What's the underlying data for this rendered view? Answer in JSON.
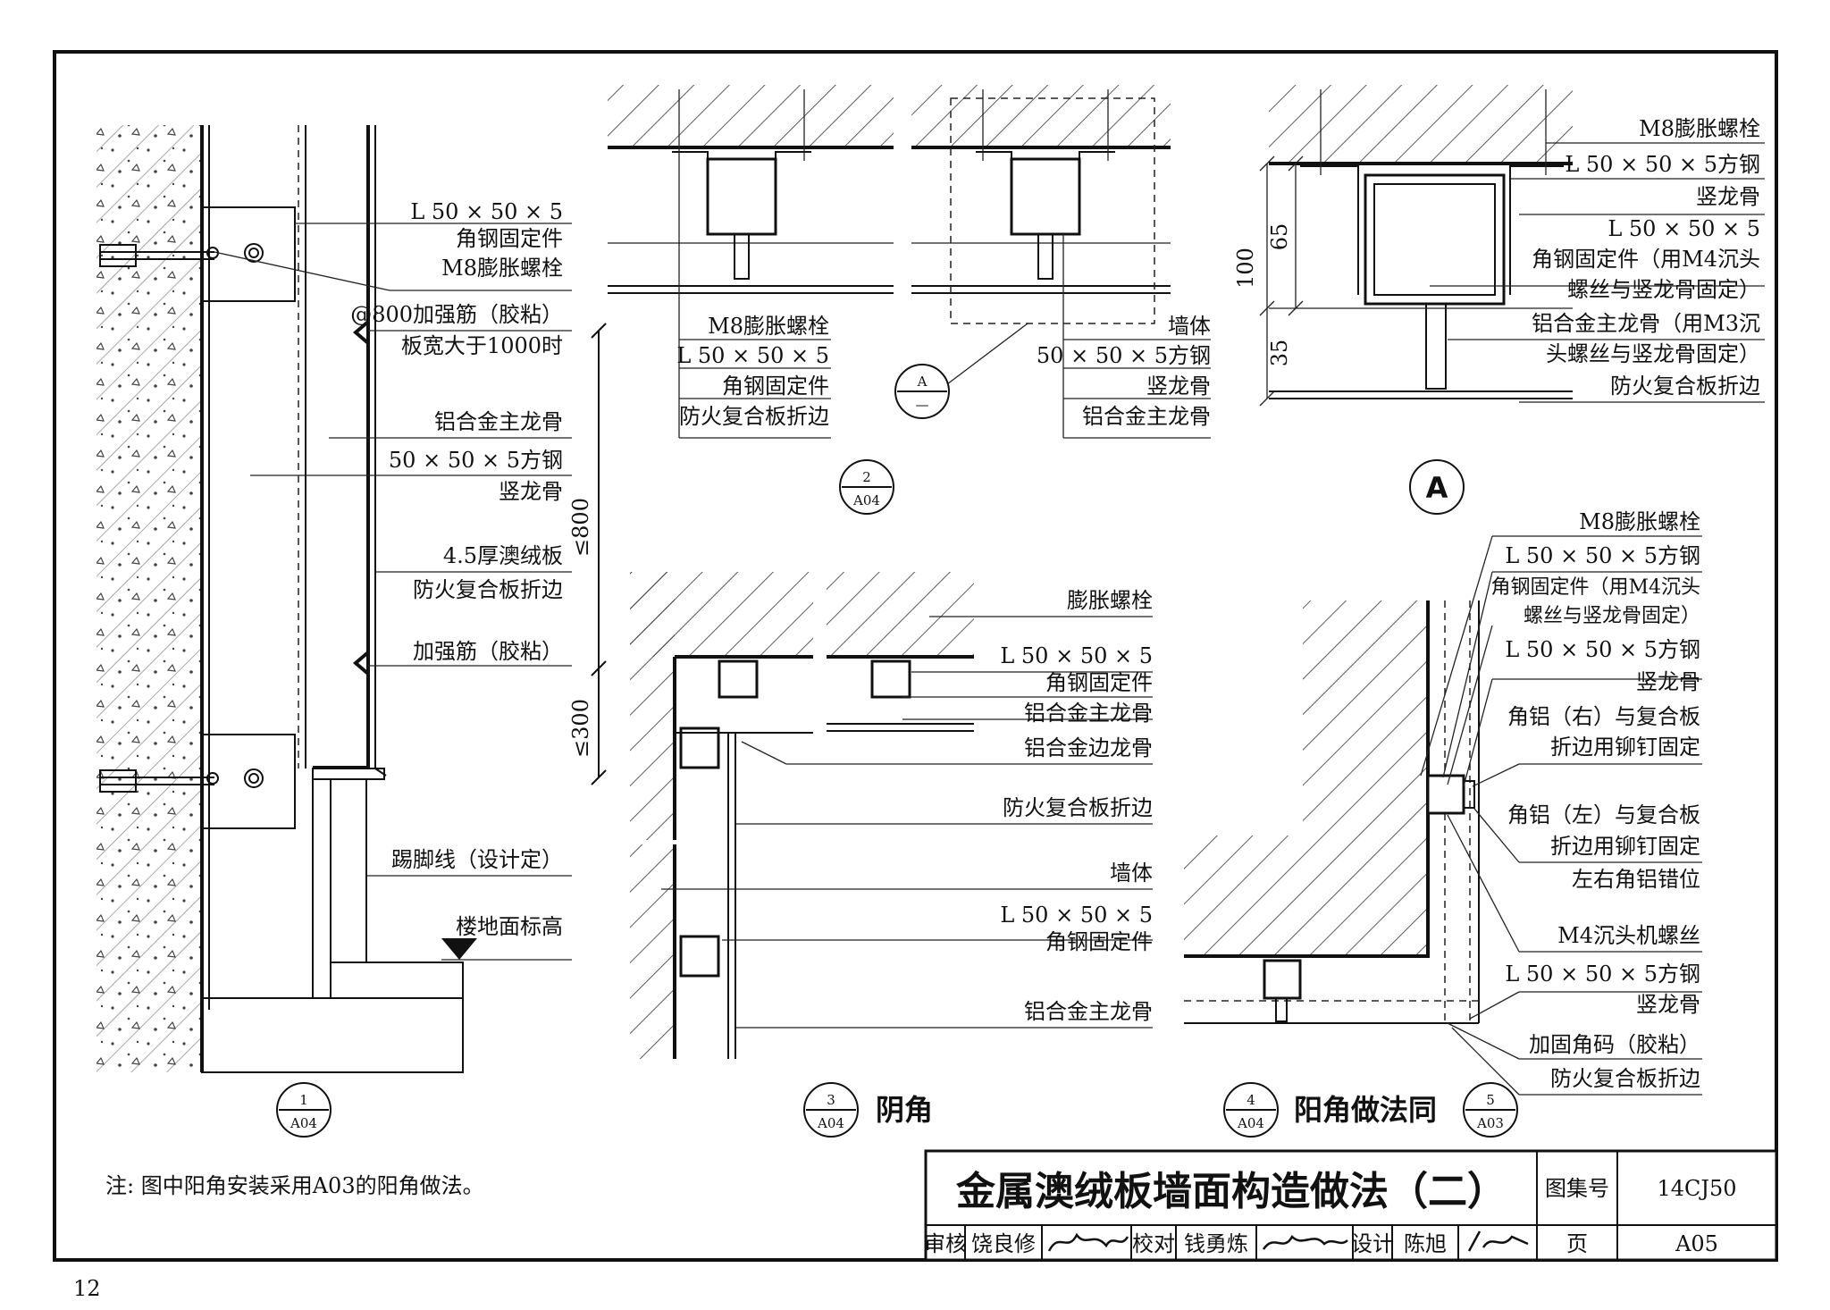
{
  "page_number": "12",
  "note": "注: 图中阳角安装采用A03的阳角做法。",
  "detail1": {
    "labels": {
      "l50": "L 50 × 50 × 5",
      "angle_fix": "角钢固定件",
      "m8": "M8膨胀螺栓",
      "rib800": "@800加强筋（胶粘）",
      "rib800_note": "板宽大于1000时",
      "al_main": "铝合金主龙骨",
      "sq_steel": "50 × 50 × 5方钢",
      "vert": "竖龙骨",
      "panel": "4.5厚澳绒板",
      "fold": "防火复合板折边",
      "rib": "加强筋（胶粘）",
      "skirting": "踢脚线（设计定）",
      "floor": "楼地面标高"
    },
    "dims": {
      "d800": "≤800",
      "d300": "≤300"
    },
    "marker": {
      "num": "1",
      "ref": "A04"
    }
  },
  "detail2": {
    "labels_left": [
      "M8膨胀螺栓",
      "L 50 × 50 × 5",
      "角钢固定件",
      "防火复合板折边"
    ],
    "labels_right": [
      "墙体",
      "50 × 50 × 5方钢",
      "竖龙骨",
      "铝合金主龙骨"
    ],
    "callout": {
      "top": "A",
      "bottom": "—"
    },
    "marker": {
      "num": "2",
      "ref": "A04"
    }
  },
  "detailA": {
    "labels": [
      "M8膨胀螺栓",
      "L 50 × 50 × 5方钢",
      "竖龙骨",
      "L 50 × 50 × 5",
      "角钢固定件（用M4沉头",
      "螺丝与竖龙骨固定）",
      "铝合金主龙骨（用M3沉",
      "头螺丝与竖龙骨固定）",
      "防火复合板折边"
    ],
    "dims": {
      "d100": "100",
      "d65": "65",
      "d35": "35"
    },
    "marker": "A"
  },
  "detail3": {
    "labels": [
      "膨胀螺栓",
      "L 50 × 50 × 5",
      "角钢固定件",
      "铝合金主龙骨",
      "铝合金边龙骨",
      "防火复合板折边",
      "墙体",
      "L 50 × 50 × 5",
      "角钢固定件",
      "铝合金主龙骨"
    ],
    "marker": {
      "num": "3",
      "ref": "A04"
    },
    "caption": "阴角"
  },
  "detail4": {
    "labels": [
      "M8膨胀螺栓",
      "L 50 × 50 × 5方钢",
      "角钢固定件（用M4沉头",
      "螺丝与竖龙骨固定）",
      "L 50 × 50 × 5方钢",
      "竖龙骨",
      "角铝（右）与复合板",
      "折边用铆钉固定",
      "角铝（左）与复合板",
      "折边用铆钉固定",
      "左右角铝错位",
      "M4沉头机螺丝",
      "L 50 × 50 × 5方钢",
      "竖龙骨",
      "加固角码（胶粘）",
      "防火复合板折边"
    ],
    "marker": {
      "num": "4",
      "ref": "A04"
    },
    "caption": "阳角做法同",
    "marker2": {
      "num": "5",
      "ref": "A03"
    }
  },
  "titleblock": {
    "title": "金属澳绒板墙面构造做法（二）",
    "atlas_label": "图集号",
    "atlas_no": "14CJ50",
    "page_label": "页",
    "page_no": "A05",
    "review_label": "审核",
    "reviewer": "饶良修",
    "check_label": "校对",
    "checker": "钱勇炼",
    "design_label": "设计",
    "designer": "陈旭"
  }
}
